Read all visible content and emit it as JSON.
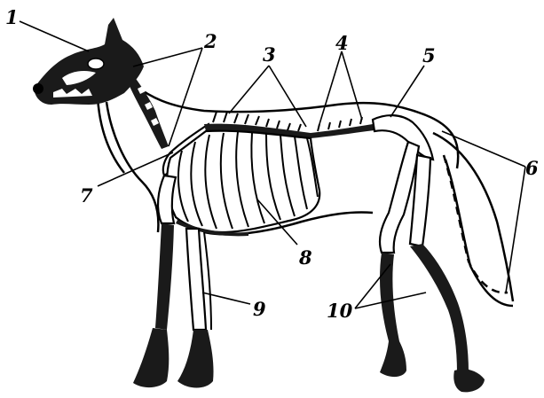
{
  "labels": [
    "1",
    "2",
    "3",
    "4",
    "5",
    "6",
    "7",
    "8",
    "9",
    "10"
  ],
  "colors": {
    "ink": "#000000",
    "paper": "#ffffff"
  }
}
